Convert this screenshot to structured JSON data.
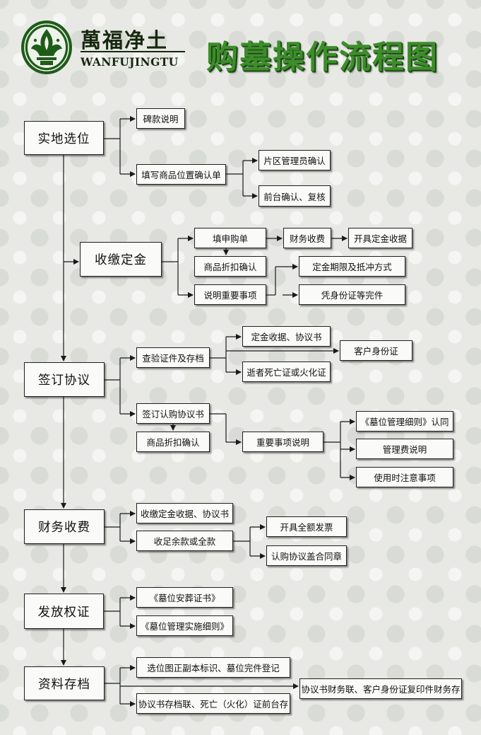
{
  "header": {
    "brand_cn": "萬福净土",
    "brand_en": "WANFUJINGTU",
    "title": "购墓操作流程图"
  },
  "colors": {
    "brand_green": "#1e5c1a",
    "title_green": "#3d8d2b",
    "line": "#1a1a1a"
  },
  "icons": {
    "logo": "wanfujingtu-emblem-icon"
  },
  "steps": {
    "site_selection": {
      "label": "实地选位",
      "stele": "碑款说明",
      "fill_form": "填写商品位置确认单",
      "area_admin": "片区管理员确认",
      "front_desk": "前台确认、复核"
    },
    "deposit": {
      "label": "收缴定金",
      "fill_order": "填申购单",
      "finance": "财务收费",
      "receipt": "开具定金收据",
      "discount": "商品折扣确认",
      "notes": "说明重要事项",
      "term": "定金期限及抵冲方式",
      "documents": "凭身份证等完件"
    },
    "agreement": {
      "label": "签订协议",
      "verify": "查验证件及存档",
      "deposit_receipt": "定金收据、协议书",
      "customer_id": "客户身份证",
      "death_cert": "逝者死亡证或火化证",
      "sign": "签订认购协议书",
      "discount": "商品折扣确认",
      "notes": "重要事项说明",
      "rules_ack": "《墓位管理细则》认同",
      "mgmt_fee": "管理费说明",
      "usage_notes": "使用时注意事项"
    },
    "payment": {
      "label": "财务收费",
      "collect_receipts": "收缴定金收据、协议书",
      "balance": "收足余款或全款",
      "invoice": "开具全额发票",
      "seal": "认购协议盖合同章"
    },
    "certificate": {
      "label": "发放权证",
      "burial_cert": "《墓位安葬证书》",
      "mgmt_rules": "《墓位管理实施细则》"
    },
    "archive": {
      "label": "资料存档",
      "location_register": "选位图正副本标识、墓位完件登记",
      "finance_copy": "协议书财务联、客户身份证复印件财务存",
      "desk_copy": "协议书存档联、死亡（火化）证前台存"
    }
  }
}
